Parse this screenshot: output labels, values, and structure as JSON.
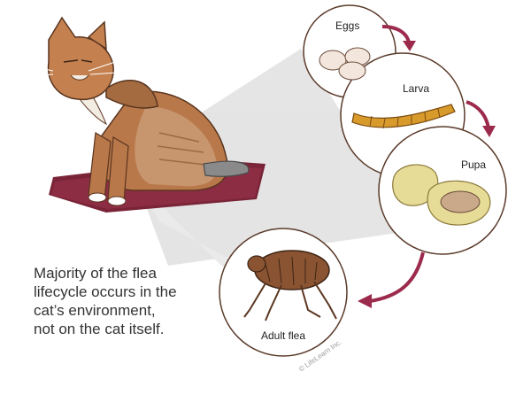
{
  "stages": {
    "eggs": "Eggs",
    "larva": "Larva",
    "pupa": "Pupa",
    "adult": "Adult flea"
  },
  "caption": {
    "line1": "Majority of the flea",
    "line2": "lifecycle occurs in the",
    "line3": "cat’s environment,",
    "line4": "not on the cat itself."
  },
  "copyright": "© LifeLearn Inc.",
  "colors": {
    "arrow": "#9c2a4c",
    "circle_border": "#5a3a2a",
    "mat": "#7a2438",
    "cat_fur": "#b9784a",
    "larva": "#d79a2b",
    "pupa_shell": "#e7dc97",
    "flea": "#8a5433",
    "beam": "#d9d9d9"
  }
}
